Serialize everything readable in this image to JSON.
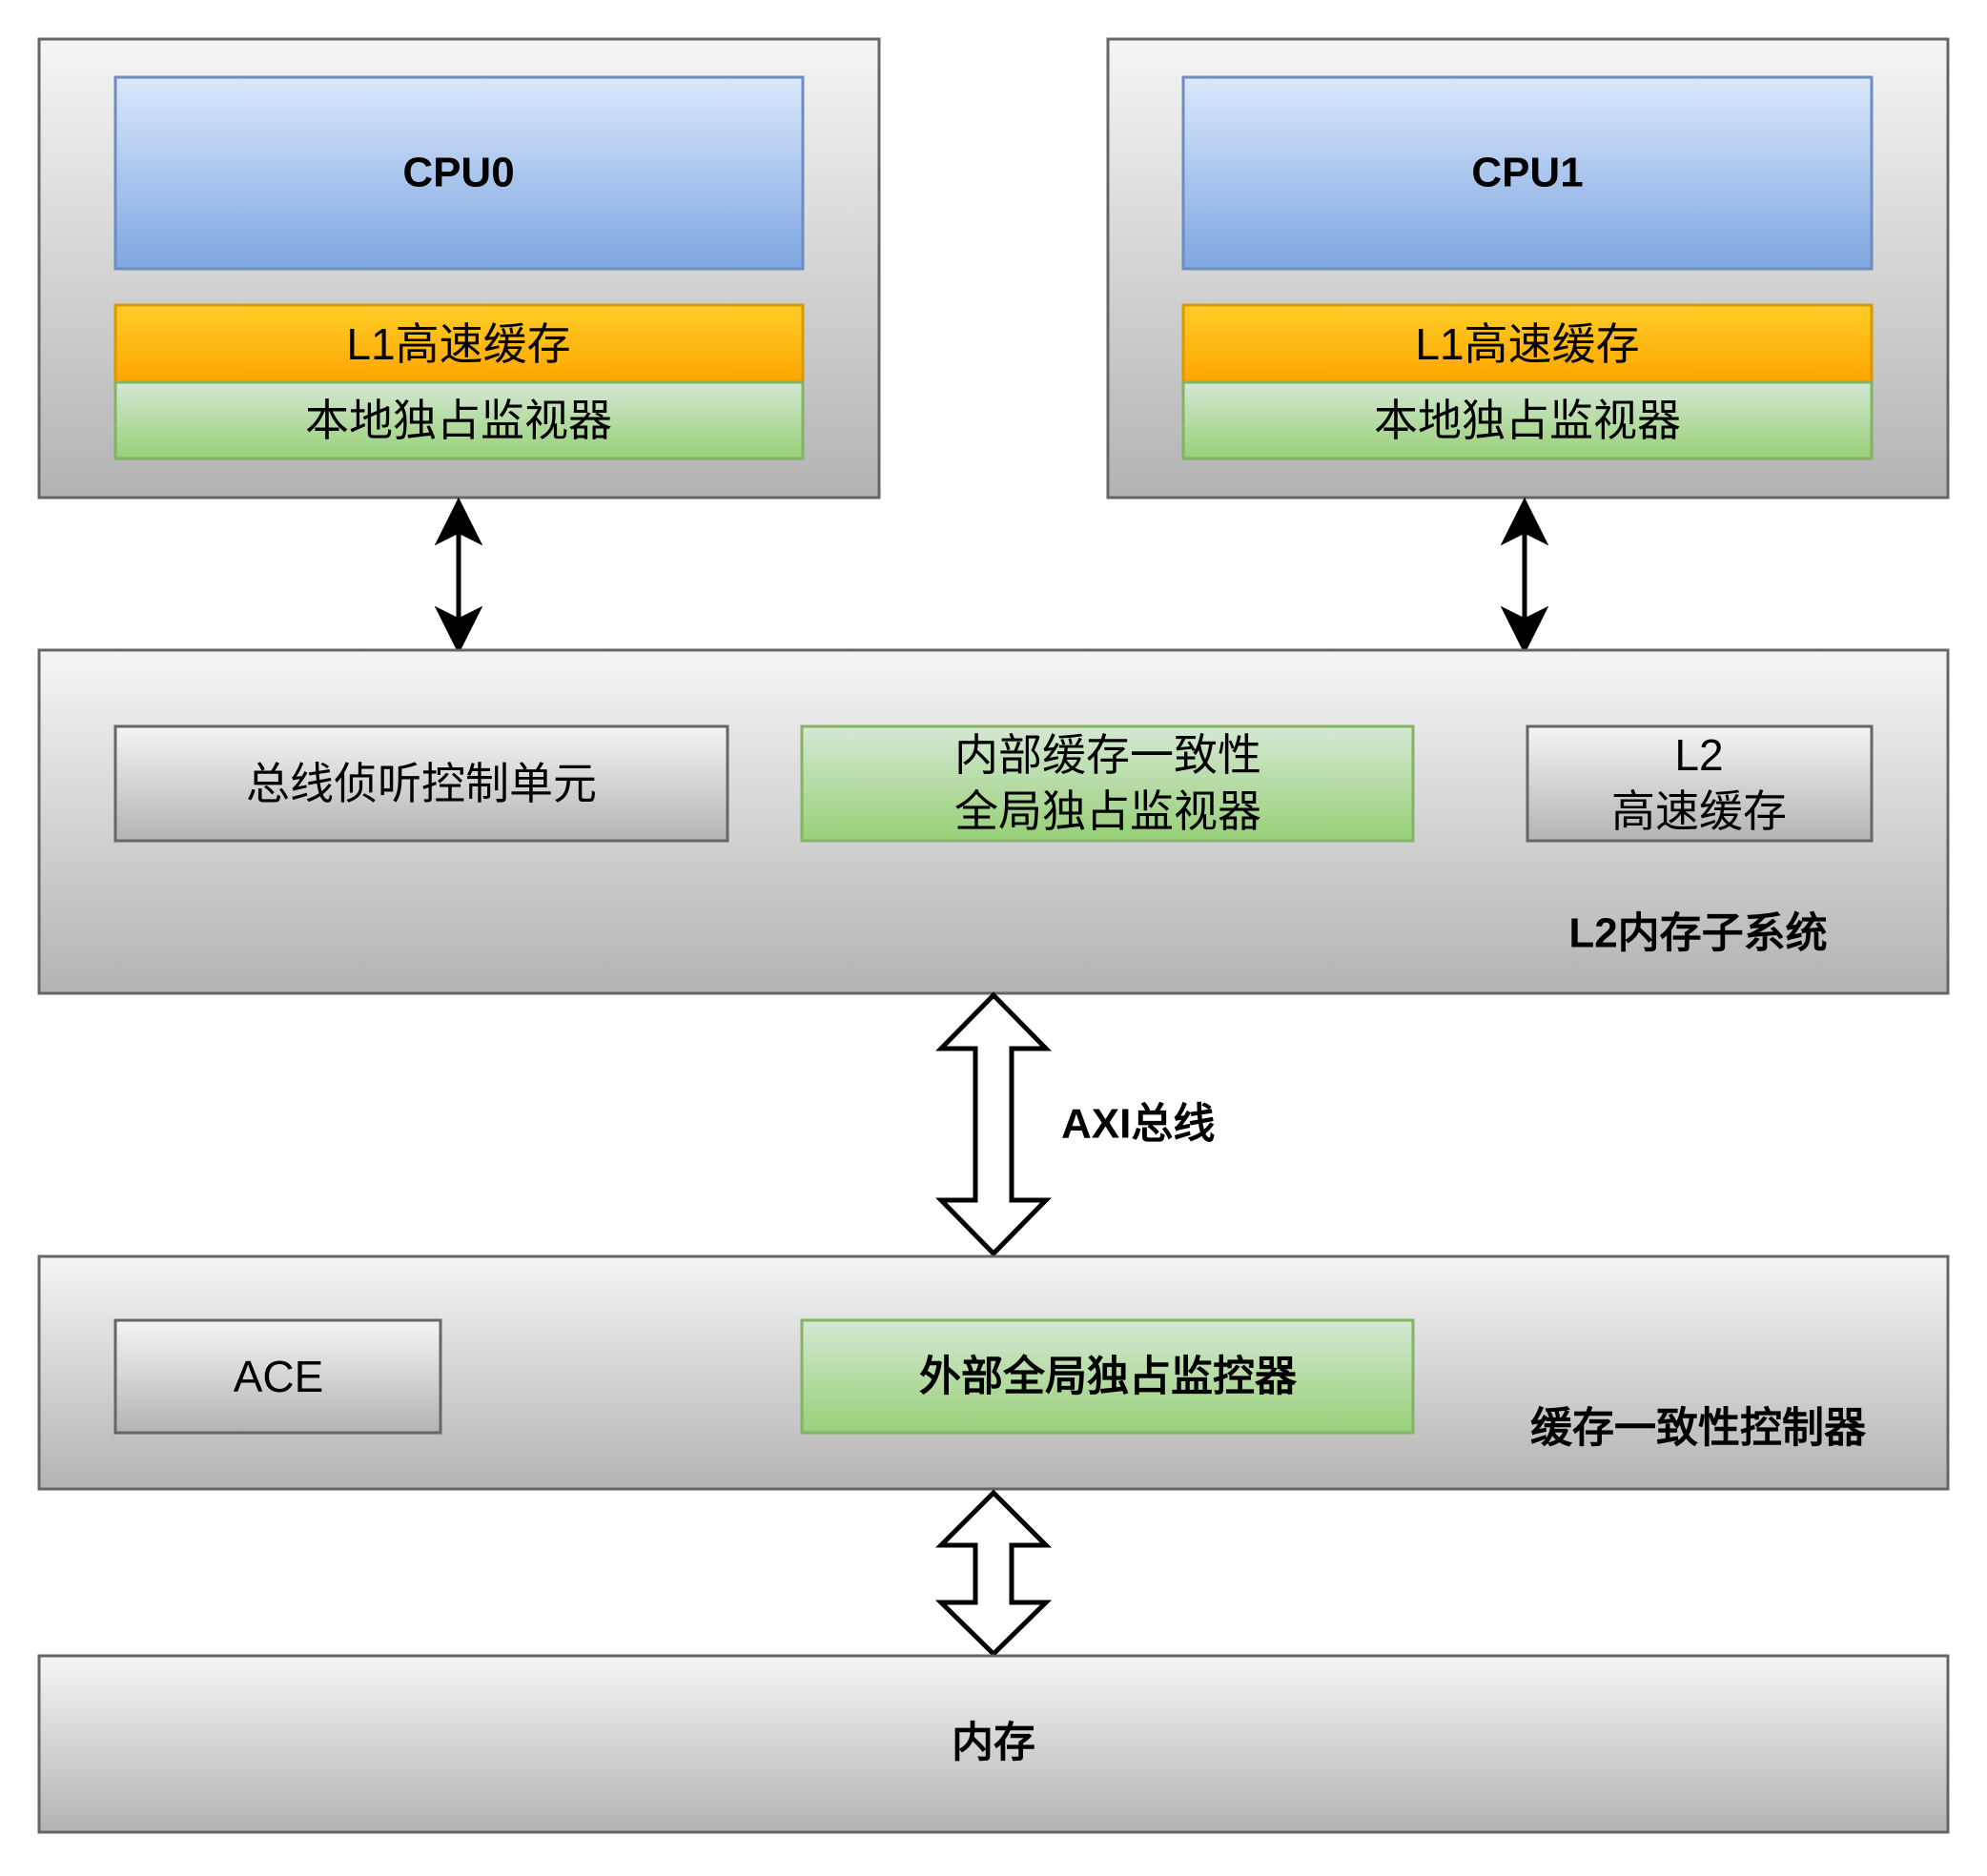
{
  "cpus": [
    {
      "name": "CPU0",
      "l1_cache": "L1高速缓存",
      "local_monitor": "本地独占监视器"
    },
    {
      "name": "CPU1",
      "l1_cache": "L1高速缓存",
      "local_monitor": "本地独占监视器"
    }
  ],
  "l2_subsystem": {
    "title": "L2内存子系统",
    "snoop_control_unit": "总线侦听控制单元",
    "global_monitor_lines": [
      "内部缓存一致性",
      "全局独占监视器"
    ],
    "l2_cache_lines": [
      "L2",
      "高速缓存"
    ]
  },
  "axi_bus": {
    "label": "AXI总线"
  },
  "coherence_controller": {
    "title": "缓存一致性控制器",
    "ace": "ACE",
    "external_monitor": "外部全局独占监控器"
  },
  "memory": {
    "label": "内存"
  },
  "colors": {
    "container_stroke": "#666666",
    "cpu_fill_top": "#dae8fc",
    "cpu_fill_bottom": "#7ea6e0",
    "l1_fill_top": "#ffcd28",
    "l1_fill_bottom": "#ffa500",
    "monitor_fill_top": "#d5e8d4",
    "monitor_fill_bottom": "#97d077"
  }
}
